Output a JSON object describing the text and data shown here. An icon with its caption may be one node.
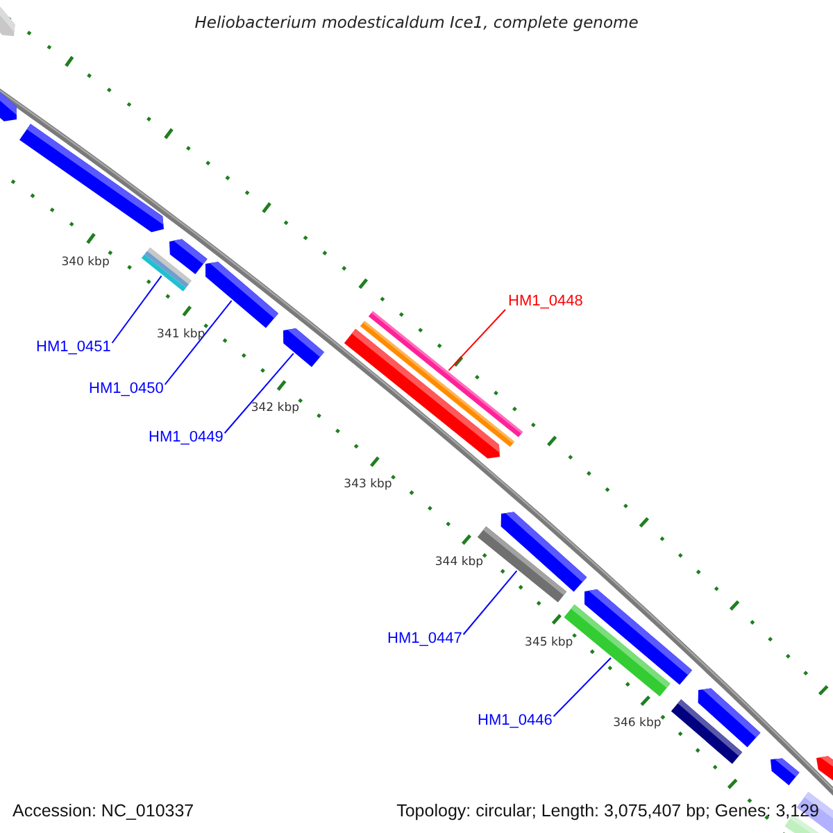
{
  "diagram": {
    "title": "Heliobacterium modesticaldum Ice1, complete genome",
    "nodes": [
      {
        "text": [
          "HM1_0448"
        ]
      },
      {
        "text": [
          "HM1_0451"
        ]
      },
      {
        "text": [
          "HM1_0450"
        ]
      },
      {
        "text": [
          "HM1_0449"
        ]
      },
      {
        "text": [
          "HM1_0447"
        ]
      },
      {
        "text": [
          "HM1_0446"
        ]
      },
      {
        "text": [],
        "shape": "bar"
      },
      {
        "text": [],
        "shape": "bar"
      },
      {
        "text": [],
        "shape": "bar"
      },
      {
        "text": [],
        "shape": "bar"
      },
      {
        "text": [],
        "shape": "bar"
      },
      {
        "text": [],
        "shape": "bar"
      },
      {
        "text": [],
        "shape": "bar"
      },
      {
        "text": [],
        "shape": "bar"
      },
      {
        "text": [],
        "shape": "bar"
      },
      {
        "text": [],
        "shape": "bar"
      },
      {
        "text": [],
        "shape": "bar"
      },
      {
        "text": [],
        "shape": "bar"
      },
      {
        "text": [],
        "shape": "bar"
      },
      {
        "text": [],
        "shape": "bar"
      },
      {
        "text": [],
        "shape": "bar"
      },
      {
        "text": [],
        "shape": "bar"
      },
      {
        "text": [],
        "shape": "bar"
      },
      {
        "text": [],
        "shape": "bar"
      },
      {
        "text": [],
        "shape": "bar"
      },
      {
        "text": [],
        "shape": "bar"
      }
    ],
    "edges": [
      {
        "from": 0,
        "to": 15,
        "arrow": "none",
        "color": "#ff0000"
      },
      {
        "from": 1,
        "to": 9,
        "arrow": "none"
      },
      {
        "from": 2,
        "to": 11,
        "arrow": "none"
      },
      {
        "from": 3,
        "to": 12,
        "arrow": "none"
      },
      {
        "from": 4,
        "to": 16,
        "arrow": "none"
      },
      {
        "from": 5,
        "to": 18,
        "arrow": "none"
      }
    ],
    "labels": [
      "340 kbp",
      "341 kbp",
      "342 kbp",
      "343 kbp",
      "344 kbp",
      "345 kbp",
      "346 kbp",
      "Accession: NC_010337",
      "Topology: circular; Length: 3,075,407 bp; Genes: 3,129"
    ]
  }
}
